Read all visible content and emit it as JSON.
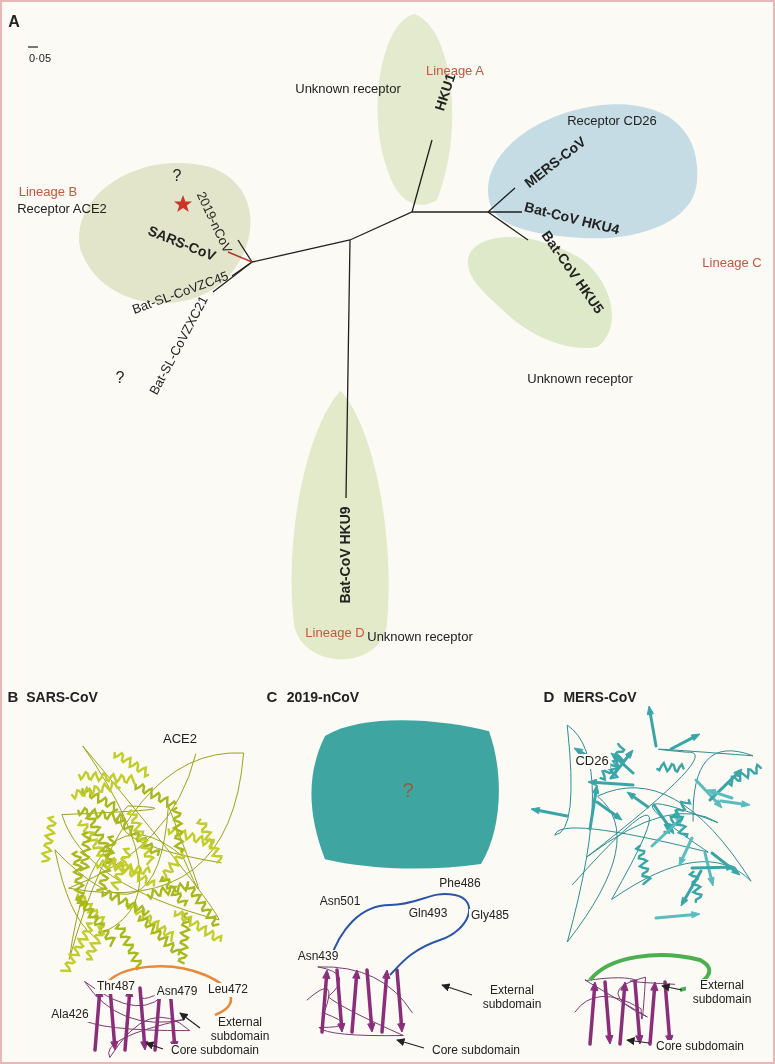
{
  "diagram": {
    "nodes": [
      {
        "text": [
          "SARS-CoV"
        ]
      },
      {
        "text": [
          "HKU1"
        ]
      },
      {
        "text": [
          "MERS-CoV",
          "Bat-CoV HKU4"
        ]
      },
      {
        "text": [
          "Bat-CoV HKU5"
        ]
      },
      {
        "text": [
          "Bat-CoV HKU9"
        ]
      },
      {
        "text": [
          "?"
        ]
      }
    ],
    "labels": [
      "A",
      "0·05",
      "Unknown receptor",
      "Lineage A",
      "Receptor CD26",
      "Lineage B",
      "Receptor ACE2",
      "?",
      "2019-nCoV",
      "Bat-SL-CoVZC45",
      "Bat-SL-CoVZXC21",
      "?",
      "Lineage C",
      "Unknown receptor",
      "Lineage D",
      "Unknown receptor",
      "B",
      "SARS-CoV",
      "ACE2",
      "Thr487",
      "Asn479",
      "Leu472",
      "Ala426",
      "External subdomain",
      "Core subdomain",
      "C",
      "2019-nCoV",
      "Asn501",
      "Phe486",
      "Gln493",
      "Gly485",
      "Asn439",
      "External subdomain",
      "Core subdomain",
      "D",
      "MERS-CoV",
      "CD26",
      "External subdomain",
      "Core subdomain"
    ]
  }
}
